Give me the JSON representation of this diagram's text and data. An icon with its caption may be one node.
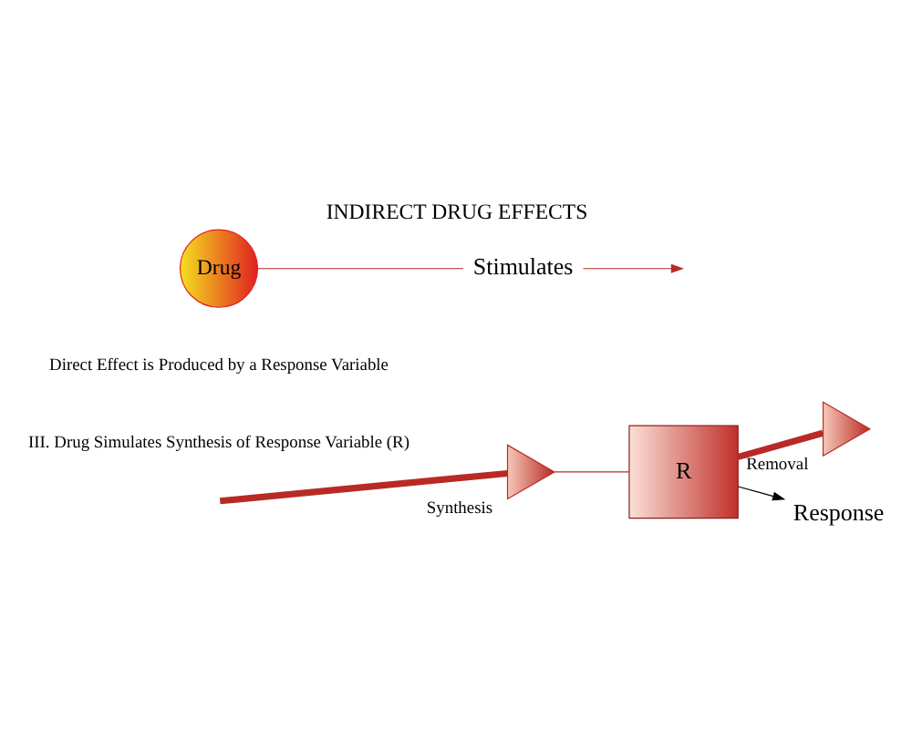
{
  "diagram": {
    "title": "INDIRECT DRUG EFFECTS",
    "nodes": [
      {
        "text": [],
        "shape": "triangle",
        "beside": [
          "Synthesis"
        ]
      },
      {
        "text": [
          "R"
        ]
      },
      {
        "text": [],
        "shape": "triangle",
        "beside": [
          "Removal"
        ]
      },
      {
        "text": [
          "Drug"
        ]
      },
      {
        "text": [
          "Stimulates"
        ]
      },
      {
        "text": [
          "Response"
        ]
      }
    ],
    "edges": [
      {
        "from": null,
        "to": 0,
        "arrow": "none",
        "style": "thick"
      },
      {
        "from": 0,
        "to": 1,
        "arrow": "none"
      },
      {
        "from": 1,
        "to": 2,
        "arrow": "none",
        "style": "thick"
      },
      {
        "from": 3,
        "to": 4,
        "arrow": "none"
      },
      {
        "from": 4,
        "to": null,
        "arrow": "to"
      },
      {
        "from": 1,
        "to": 5,
        "arrow": "to",
        "color": "#000000"
      }
    ],
    "labels": [
      "Direct Effect is Produced by a Response Variable",
      "III. Drug Simulates Synthesis of Response Variable (R)"
    ]
  }
}
